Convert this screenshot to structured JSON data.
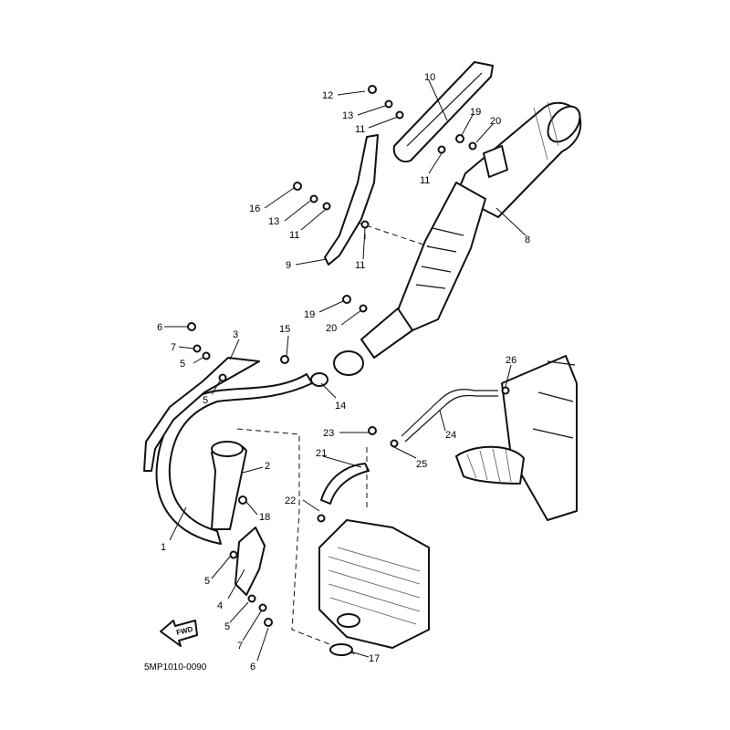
{
  "diagram_code": "5MP1010-0090",
  "fwd_label": "FWD",
  "callouts": {
    "c1": "1",
    "c2": "2",
    "c3": "3",
    "c4": "4",
    "c5a": "5",
    "c5b": "5",
    "c5c": "5",
    "c5d": "5",
    "c6a": "6",
    "c6b": "6",
    "c7a": "7",
    "c7b": "7",
    "c8": "8",
    "c9": "9",
    "c10": "10",
    "c11a": "11",
    "c11b": "11",
    "c11c": "11",
    "c11d": "11",
    "c12": "12",
    "c13a": "13",
    "c13b": "13",
    "c14": "14",
    "c15": "15",
    "c16": "16",
    "c17": "17",
    "c18": "18",
    "c19a": "19",
    "c19b": "19",
    "c20a": "20",
    "c20b": "20",
    "c21": "21",
    "c22": "22",
    "c23": "23",
    "c24": "24",
    "c25": "25",
    "c26": "26"
  }
}
